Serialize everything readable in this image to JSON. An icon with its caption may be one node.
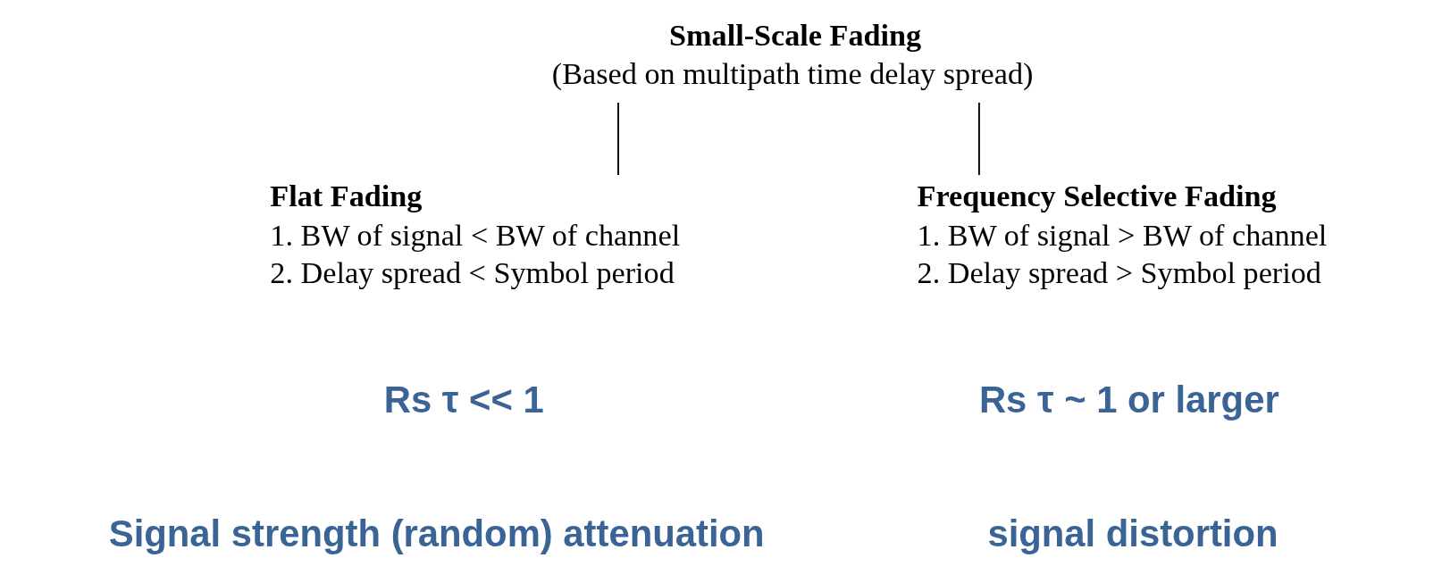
{
  "diagram": {
    "nodes": [
      {
        "text": [
          "Small-Scale Fading",
          "(Based on multipath time delay spread)"
        ]
      },
      {
        "text": [
          "Flat Fading",
          "1. BW of signal < BW of channel",
          "2. Delay spread < Symbol period"
        ]
      },
      {
        "text": [
          "Frequency Selective Fading",
          "1. BW of signal > BW of channel",
          "2. Delay spread > Symbol period"
        ]
      }
    ],
    "edges": [
      {
        "from": 0,
        "to": 1,
        "arrow": "none"
      },
      {
        "from": 0,
        "to": 2,
        "arrow": "none"
      }
    ],
    "labels": [
      "Rs τ << 1",
      "Rs τ ~ 1 or larger",
      "Signal strength (random) attenuation",
      "signal distortion"
    ]
  }
}
